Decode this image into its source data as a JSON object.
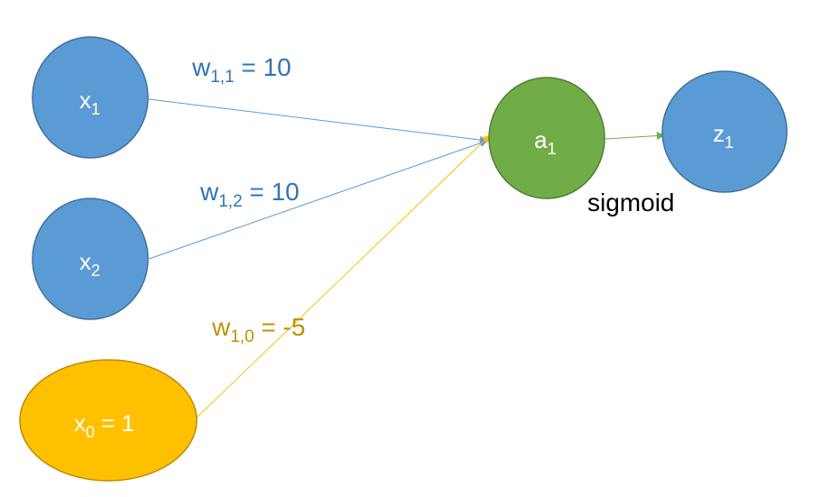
{
  "colors": {
    "input_node": "#5b9bd5",
    "input_stroke": "#41719c",
    "bias_node": "#ffc000",
    "bias_stroke": "#bc8c00",
    "hidden_node": "#70ad47",
    "hidden_stroke": "#507e32",
    "weight_edge": "#5b9bd5",
    "bias_edge": "#ffc000",
    "output_edge": "#70ad47",
    "weight_label": "#2e75b6",
    "bias_label": "#bf9000",
    "node_text": "#ffffff"
  },
  "nodes": {
    "x1": {
      "base": "x",
      "sub": "1"
    },
    "x2": {
      "base": "x",
      "sub": "2"
    },
    "x0": {
      "base": "x",
      "sub": "0",
      "suffix": " = 1"
    },
    "a1": {
      "base": "a",
      "sub": "1"
    },
    "z1": {
      "base": "z",
      "sub": "1"
    }
  },
  "edges": {
    "w11": {
      "base": "w",
      "sub": "1,1",
      "suffix": " = 10"
    },
    "w12": {
      "base": "w",
      "sub": "1,2",
      "suffix": " = 10"
    },
    "w10": {
      "base": "w",
      "sub": "1,0",
      "suffix": " = -5"
    }
  },
  "activation": "sigmoid"
}
